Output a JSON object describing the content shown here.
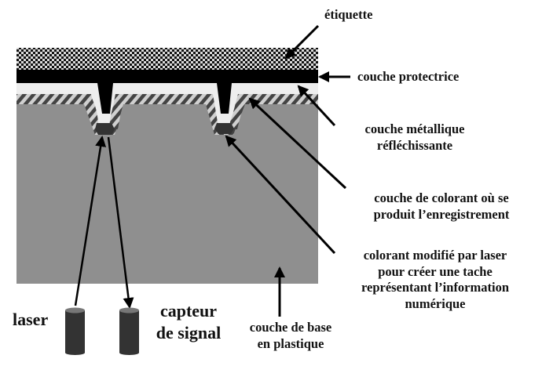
{
  "title": "Structure d'un disque enregistrable",
  "labels": {
    "etiquette": "étiquette",
    "protective": "couche protectrice",
    "metal_line1": "couche métallique",
    "metal_line2": "réfléchissante",
    "dye_line1": "couche de colorant où se",
    "dye_line2": "produit l’enregistrement",
    "mark_line1": "colorant modifié par laser",
    "mark_line2": "pour créer une tache",
    "mark_line3": "représentant l’information",
    "mark_line4": "numérique",
    "base_line1": "couche de base",
    "base_line2": "en plastique",
    "laser": "laser",
    "sensor_line1": "capteur",
    "sensor_line2": "de signal"
  },
  "colors": {
    "label_layer_dark": "#111111",
    "label_layer_light": "#dcdcdc",
    "protective_layer": "#000000",
    "metal_layer": "#eeeeee",
    "dye_hatch_dark": "#444444",
    "dye_hatch_light": "#d0d0d0",
    "base_layer": "#8f8f8f",
    "written_mark": "#333333",
    "cylinder_body": "#333333",
    "cylinder_top": "#777777",
    "arrow": "#000000"
  }
}
